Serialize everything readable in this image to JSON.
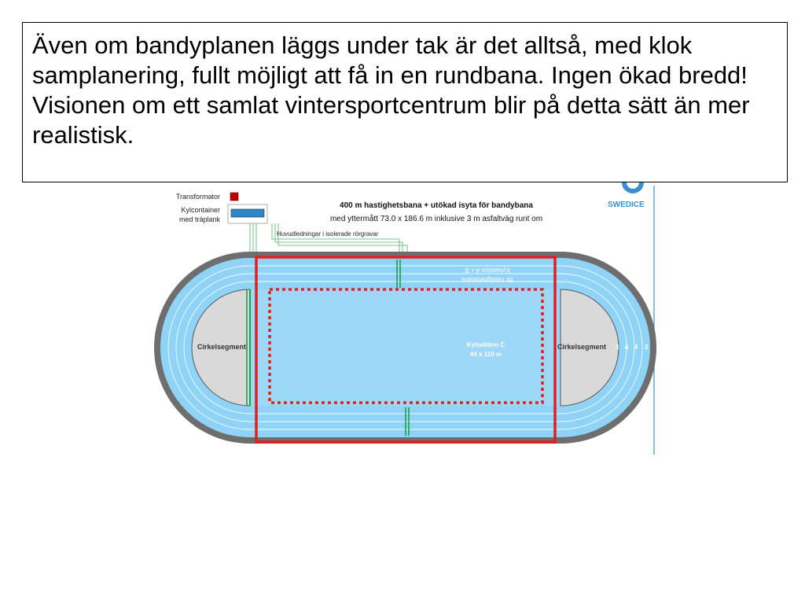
{
  "caption": {
    "text": "Även om bandyplanen läggs under tak är det alltså, med klok samplanering, fullt möjligt att få in en rundbana. Ingen ökad bredd! Visionen om ett samlat vintersportcentrum blir på detta sätt än mer realistisk."
  },
  "diagram": {
    "title": "400 m hastighetsbana + utökad isyta för bandybana",
    "subtitle": "med yttermått 73.0 x 186.6 m inklusive 3 m asfaltväg runt om",
    "legend": {
      "transformer": "Transformator",
      "cooling_line1": "Kylcontainer",
      "cooling_line2": "med träplank"
    },
    "pipes_label": "Huvudledningar i isolerade rörgravar",
    "section_ab_line1": "Kylsektion A + B",
    "section_ab_line2": "för hastighetsbana",
    "section_c_line1": "Kylsektion C",
    "section_c_line2": "44 x 110 m",
    "left_segment": "Cirkelsegment",
    "right_segment": "Cirkelsegment",
    "lane_numbers": [
      "3",
      "4",
      "4",
      "3"
    ],
    "logo_text": "SWEDICE",
    "colors": {
      "ice": "#8fd3f7",
      "ice_inner": "#9dd8f8",
      "asphalt": "#707070",
      "center": "#d9d9d9",
      "bandy_border": "#e02020",
      "pipes": "#1aa04a"
    }
  }
}
